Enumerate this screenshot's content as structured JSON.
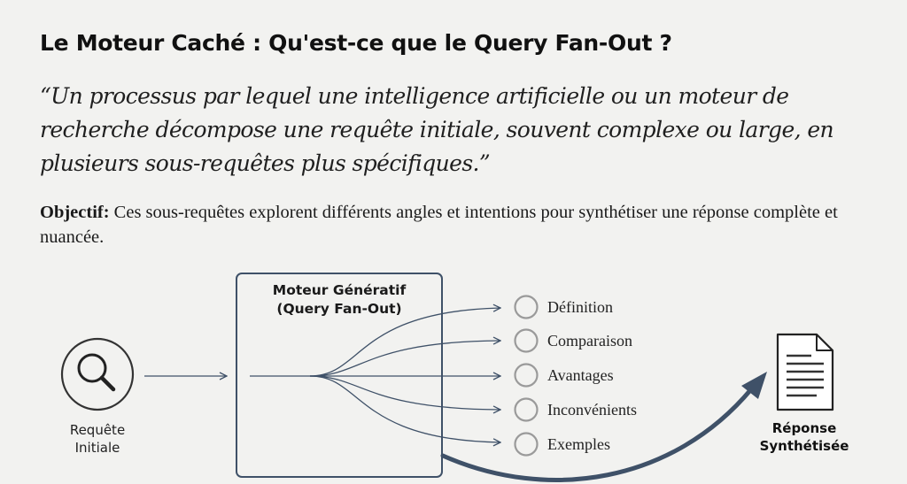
{
  "title": "Le Moteur Caché : Qu'est-ce que le Query Fan-Out ?",
  "quote": "“Un processus par lequel une intelligence artificielle ou un moteur de recherche décompose une requête initiale, souvent complexe ou large, en plusieurs sous-requêtes plus spécifiques.”",
  "objective": {
    "label": "Objectif:",
    "text": " Ces sous-requêtes explorent différents angles et intentions pour synthétiser une réponse complète et nuancée."
  },
  "diagram": {
    "query": {
      "line1": "Requête",
      "line2": "Initiale",
      "icon": "search-icon"
    },
    "engine": {
      "line1": "Moteur Génératif",
      "line2": "(Query Fan-Out)"
    },
    "branches": [
      "Définition",
      "Comparaison",
      "Avantages",
      "Inconvénients",
      "Exemples"
    ],
    "response": {
      "line1": "Réponse",
      "line2": "Synthétisée",
      "icon": "document-icon"
    },
    "colors": {
      "line": "#3f5168",
      "circle": "#9a9a9a",
      "arrow": "#3f5168"
    }
  }
}
